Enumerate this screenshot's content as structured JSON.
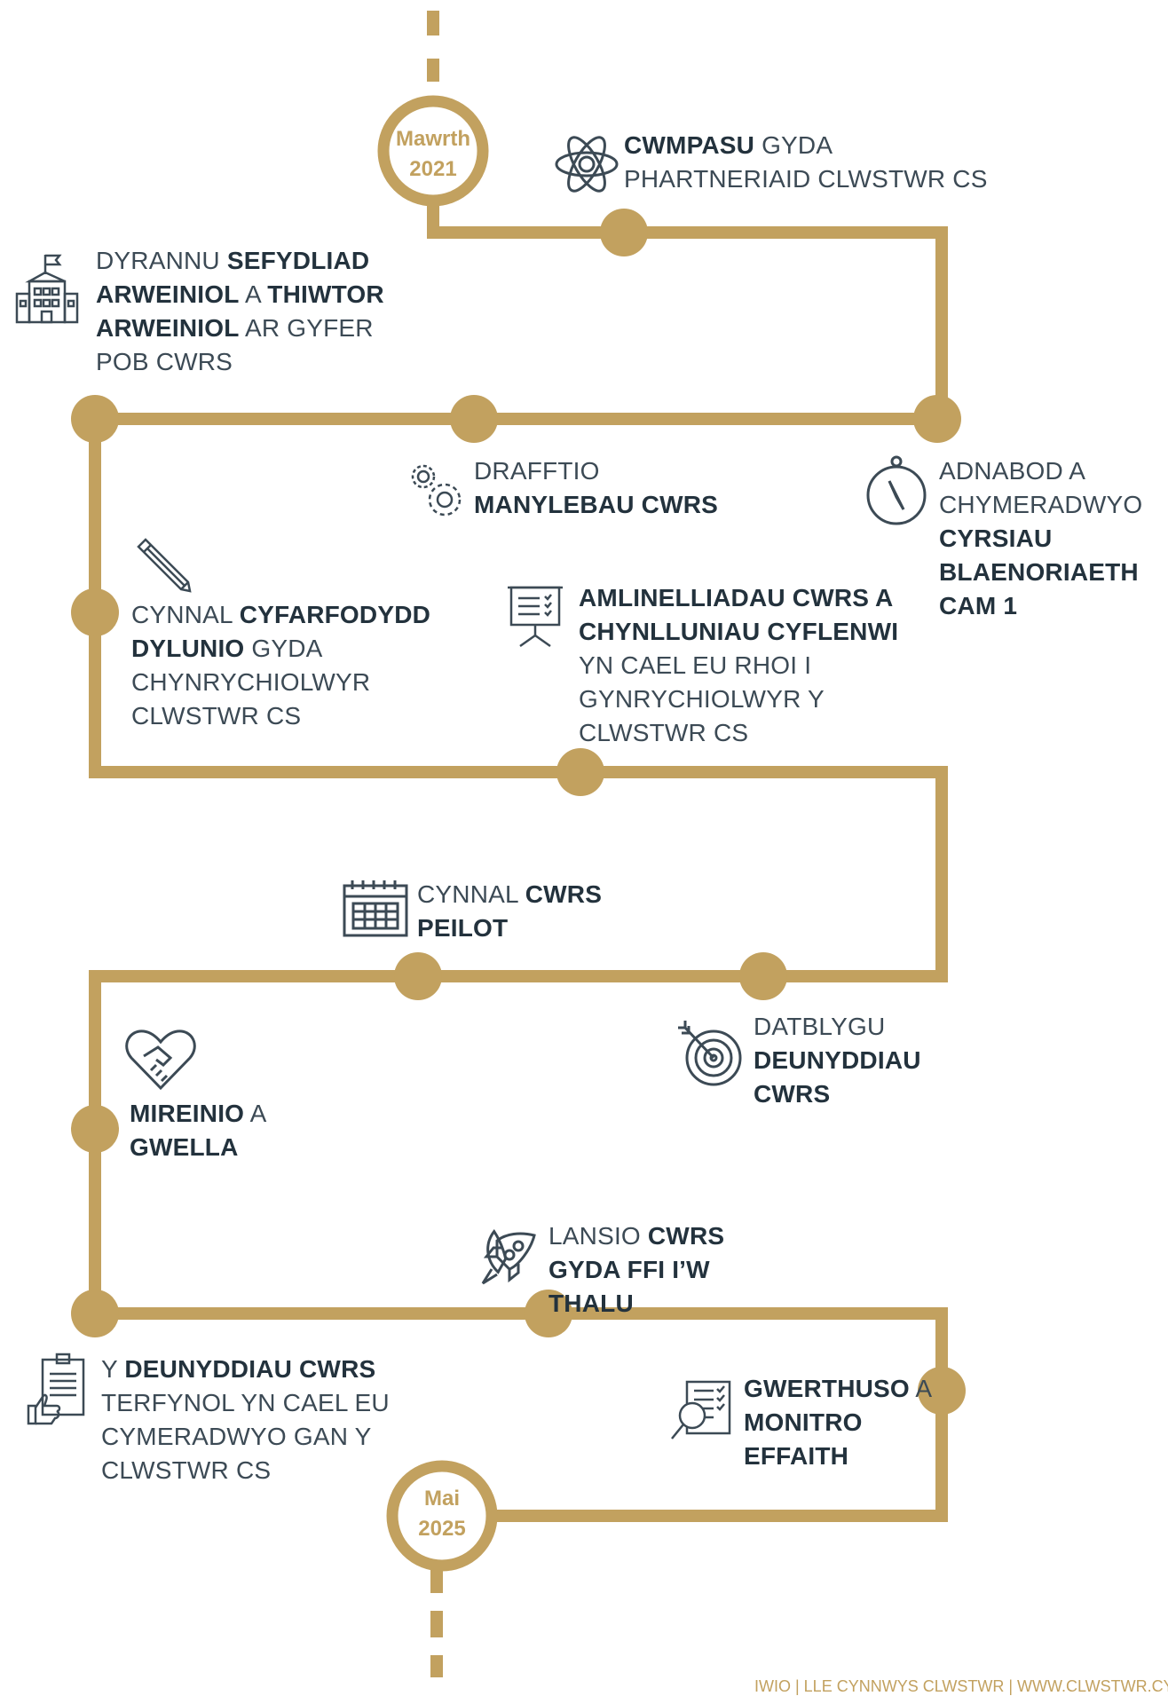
{
  "timeline": {
    "start": {
      "month": "Mawrth",
      "year": "2021"
    },
    "end": {
      "month": "Mai",
      "year": "2025"
    },
    "accent_color": "#c2a15f",
    "text_color": "#3c4a55",
    "steps": [
      {
        "icon": "atom-icon",
        "parts": [
          {
            "t": "CWMPASU",
            "b": true
          },
          {
            "t": " GYDA PHARTNERIAID CLWSTWR CS",
            "b": false
          }
        ]
      },
      {
        "icon": "building-flag-icon",
        "parts": [
          {
            "t": "DYRANNU ",
            "b": false
          },
          {
            "t": "SEFYDLIAD ARWEINIOL",
            "b": true
          },
          {
            "t": " A ",
            "b": false
          },
          {
            "t": "THIWTOR ARWEINIOL",
            "b": true
          },
          {
            "t": " AR GYFER POB CWRS",
            "b": false
          }
        ]
      },
      {
        "icon": "compass-icon",
        "parts": [
          {
            "t": "ADNABOD A CHYMERADWYO ",
            "b": false
          },
          {
            "t": "CYRSIAU BLAENORIAETH CAM 1",
            "b": true
          }
        ]
      },
      {
        "icon": "gears-icon",
        "parts": [
          {
            "t": "DRAFFTIO ",
            "b": false
          },
          {
            "t": "MANYLEBAU CWRS",
            "b": true
          }
        ]
      },
      {
        "icon": "pencil-icon",
        "parts": [
          {
            "t": "CYNNAL ",
            "b": false
          },
          {
            "t": "CYFARFODYDD DYLUNIO",
            "b": true
          },
          {
            "t": " GYDA CHYNRYCHIOLWYR CLWSTWR CS",
            "b": false
          }
        ]
      },
      {
        "icon": "presentation-board-icon",
        "parts": [
          {
            "t": "AMLINELLIADAU CWRS A CHYNLLUNIAU CYFLENWI",
            "b": true
          },
          {
            "t": " YN CAEL EU RHOI I GYNRYCHIOLWYR Y CLWSTWR CS",
            "b": false
          }
        ]
      },
      {
        "icon": "calendar-icon",
        "parts": [
          {
            "t": "CYNNAL ",
            "b": false
          },
          {
            "t": "CWRS PEILOT",
            "b": true
          }
        ]
      },
      {
        "icon": "target-arrow-icon",
        "parts": [
          {
            "t": "DATBLYGU ",
            "b": false
          },
          {
            "t": "DEUNYDDIAU CWRS",
            "b": true
          }
        ]
      },
      {
        "icon": "heart-handshake-icon",
        "parts": [
          {
            "t": "MIREINIO",
            "b": true
          },
          {
            "t": " A ",
            "b": false
          },
          {
            "t": "GWELLA",
            "b": true
          }
        ]
      },
      {
        "icon": "rocket-icon",
        "parts": [
          {
            "t": "LANSIO ",
            "b": false
          },
          {
            "t": "CWRS GYDA FFI I’W THALU",
            "b": true
          }
        ]
      },
      {
        "icon": "document-thumbs-up-icon",
        "parts": [
          {
            "t": "Y ",
            "b": false
          },
          {
            "t": "DEUNYDDIAU CWRS",
            "b": true
          },
          {
            "t": " TERFYNOL YN CAEL EU CYMERADWYO GAN Y CLWSTWR CS",
            "b": false
          }
        ]
      },
      {
        "icon": "checklist-magnifier-icon",
        "parts": [
          {
            "t": "GWERTHUSO",
            "b": true
          },
          {
            "t": " A ",
            "b": false
          },
          {
            "t": "MONITRO EFFAITH",
            "b": true
          }
        ]
      }
    ]
  },
  "footer": {
    "text": "IWIO | LLE CYNNWYS CLWSTWR | WWW.CLWSTWR.CYMRU"
  }
}
